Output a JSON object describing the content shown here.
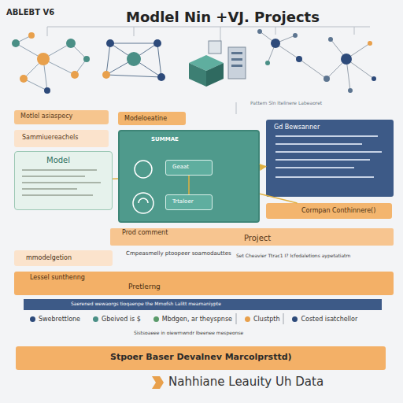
{
  "diagram": {
    "title": "Modlel Nin +VJ. Projects",
    "caption": "Nahhiane Leauity Uh Data",
    "nodes": [
      {
        "text": [
          "Motlel asiaspecy"
        ]
      },
      {
        "text": [
          "Sammiuereachels"
        ]
      },
      {
        "text": [
          "Model"
        ]
      },
      {
        "text": [
          "Modeloeatine",
          "SUMMAE"
        ]
      },
      {
        "text": [
          "Geaat"
        ],
        "in": 3
      },
      {
        "text": [
          "Trtaloer"
        ],
        "in": 3
      },
      {
        "text": [
          "Gd Bewsanner"
        ]
      },
      {
        "text": [
          "Cormpan Conthinnere()"
        ]
      },
      {
        "text": [
          "Prod comment",
          "Project"
        ]
      },
      {
        "text": [
          "mmodelgetion"
        ]
      },
      {
        "text": [
          "Lessel sunthenng",
          "Pretlerng"
        ]
      },
      {
        "text": [
          "Saerened wewaorgs tioqaenpe the Mrnofsh Lalitt meamaniypte"
        ]
      },
      {
        "text": [
          "Stpoer Baser Devalnev Marcolprsttd)"
        ]
      }
    ],
    "edges": [
      {
        "from": 2,
        "to": 3,
        "arrow": "none"
      },
      {
        "from": 4,
        "to": 5,
        "arrow": "none"
      },
      {
        "from": 3,
        "to": 6,
        "arrow": "to"
      },
      {
        "from": 3,
        "to": 7,
        "arrow": "none"
      }
    ],
    "labels": [
      "ABLEBT V6",
      "Pattem Sln Itelinere Labeaoret",
      "Cmpeasmelly ptoopeer soamodauttes",
      "Set Cheavier Ttrac1 I? Icfodaletions aypetatiatm",
      "Sistsoaeee in oiewrnwndr Ibeenee mespeonse"
    ],
    "legend": [
      {
        "text": "Swebrettlone",
        "color": "#2d4a7a"
      },
      {
        "text": "Gbeived is $",
        "color": "#4a8f86"
      },
      {
        "text": "Mbdgen, ar theyspnse",
        "color": "#5a9a6a"
      },
      {
        "text": "Clustpth",
        "color": "#e8a04c"
      },
      {
        "text": "Costed isatchellor",
        "color": "#2d4a7a"
      }
    ]
  }
}
